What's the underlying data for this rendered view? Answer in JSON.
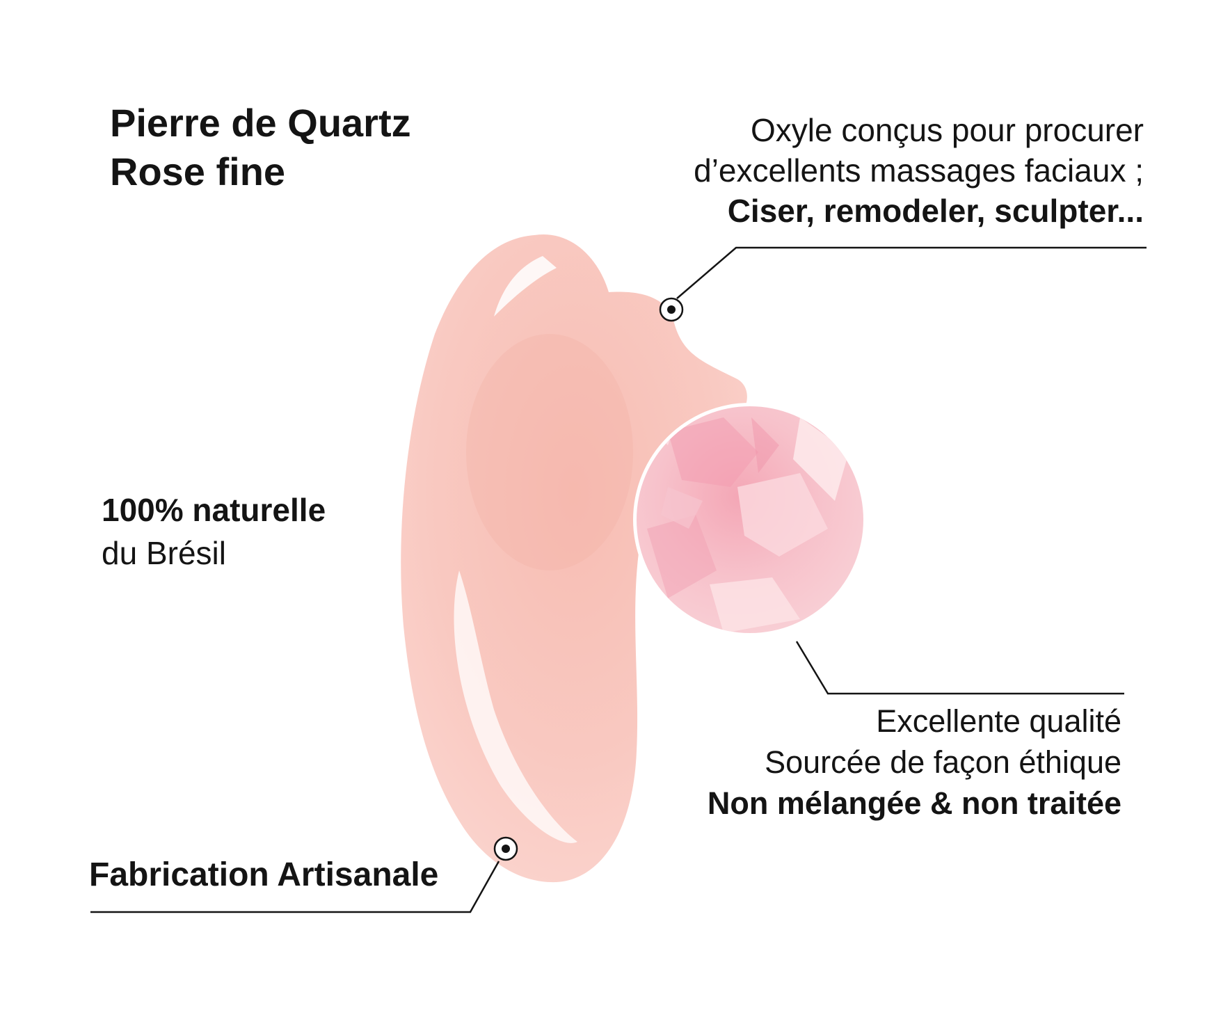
{
  "title": {
    "line1": "Pierre de Quartz",
    "line2": "Rose fine"
  },
  "top_right": {
    "line1": "Oxyle conçus pour procurer",
    "line2": "d’excellents massages faciaux ;",
    "line3": "Ciser, remodeler, sculpter..."
  },
  "origin": {
    "line1": "100% naturelle",
    "line2": "du Brésil"
  },
  "quality": {
    "line1": "Excellente qualité",
    "line2": "Sourcée de façon éthique",
    "line3": "Non mélangée & non traitée"
  },
  "craft": {
    "label": "Fabrication Artisanale"
  },
  "colors": {
    "stone": "#f9c8c0",
    "stone_dark": "#f3b3aa",
    "zoom_texture": "#f5b8c3",
    "text": "#141414"
  }
}
